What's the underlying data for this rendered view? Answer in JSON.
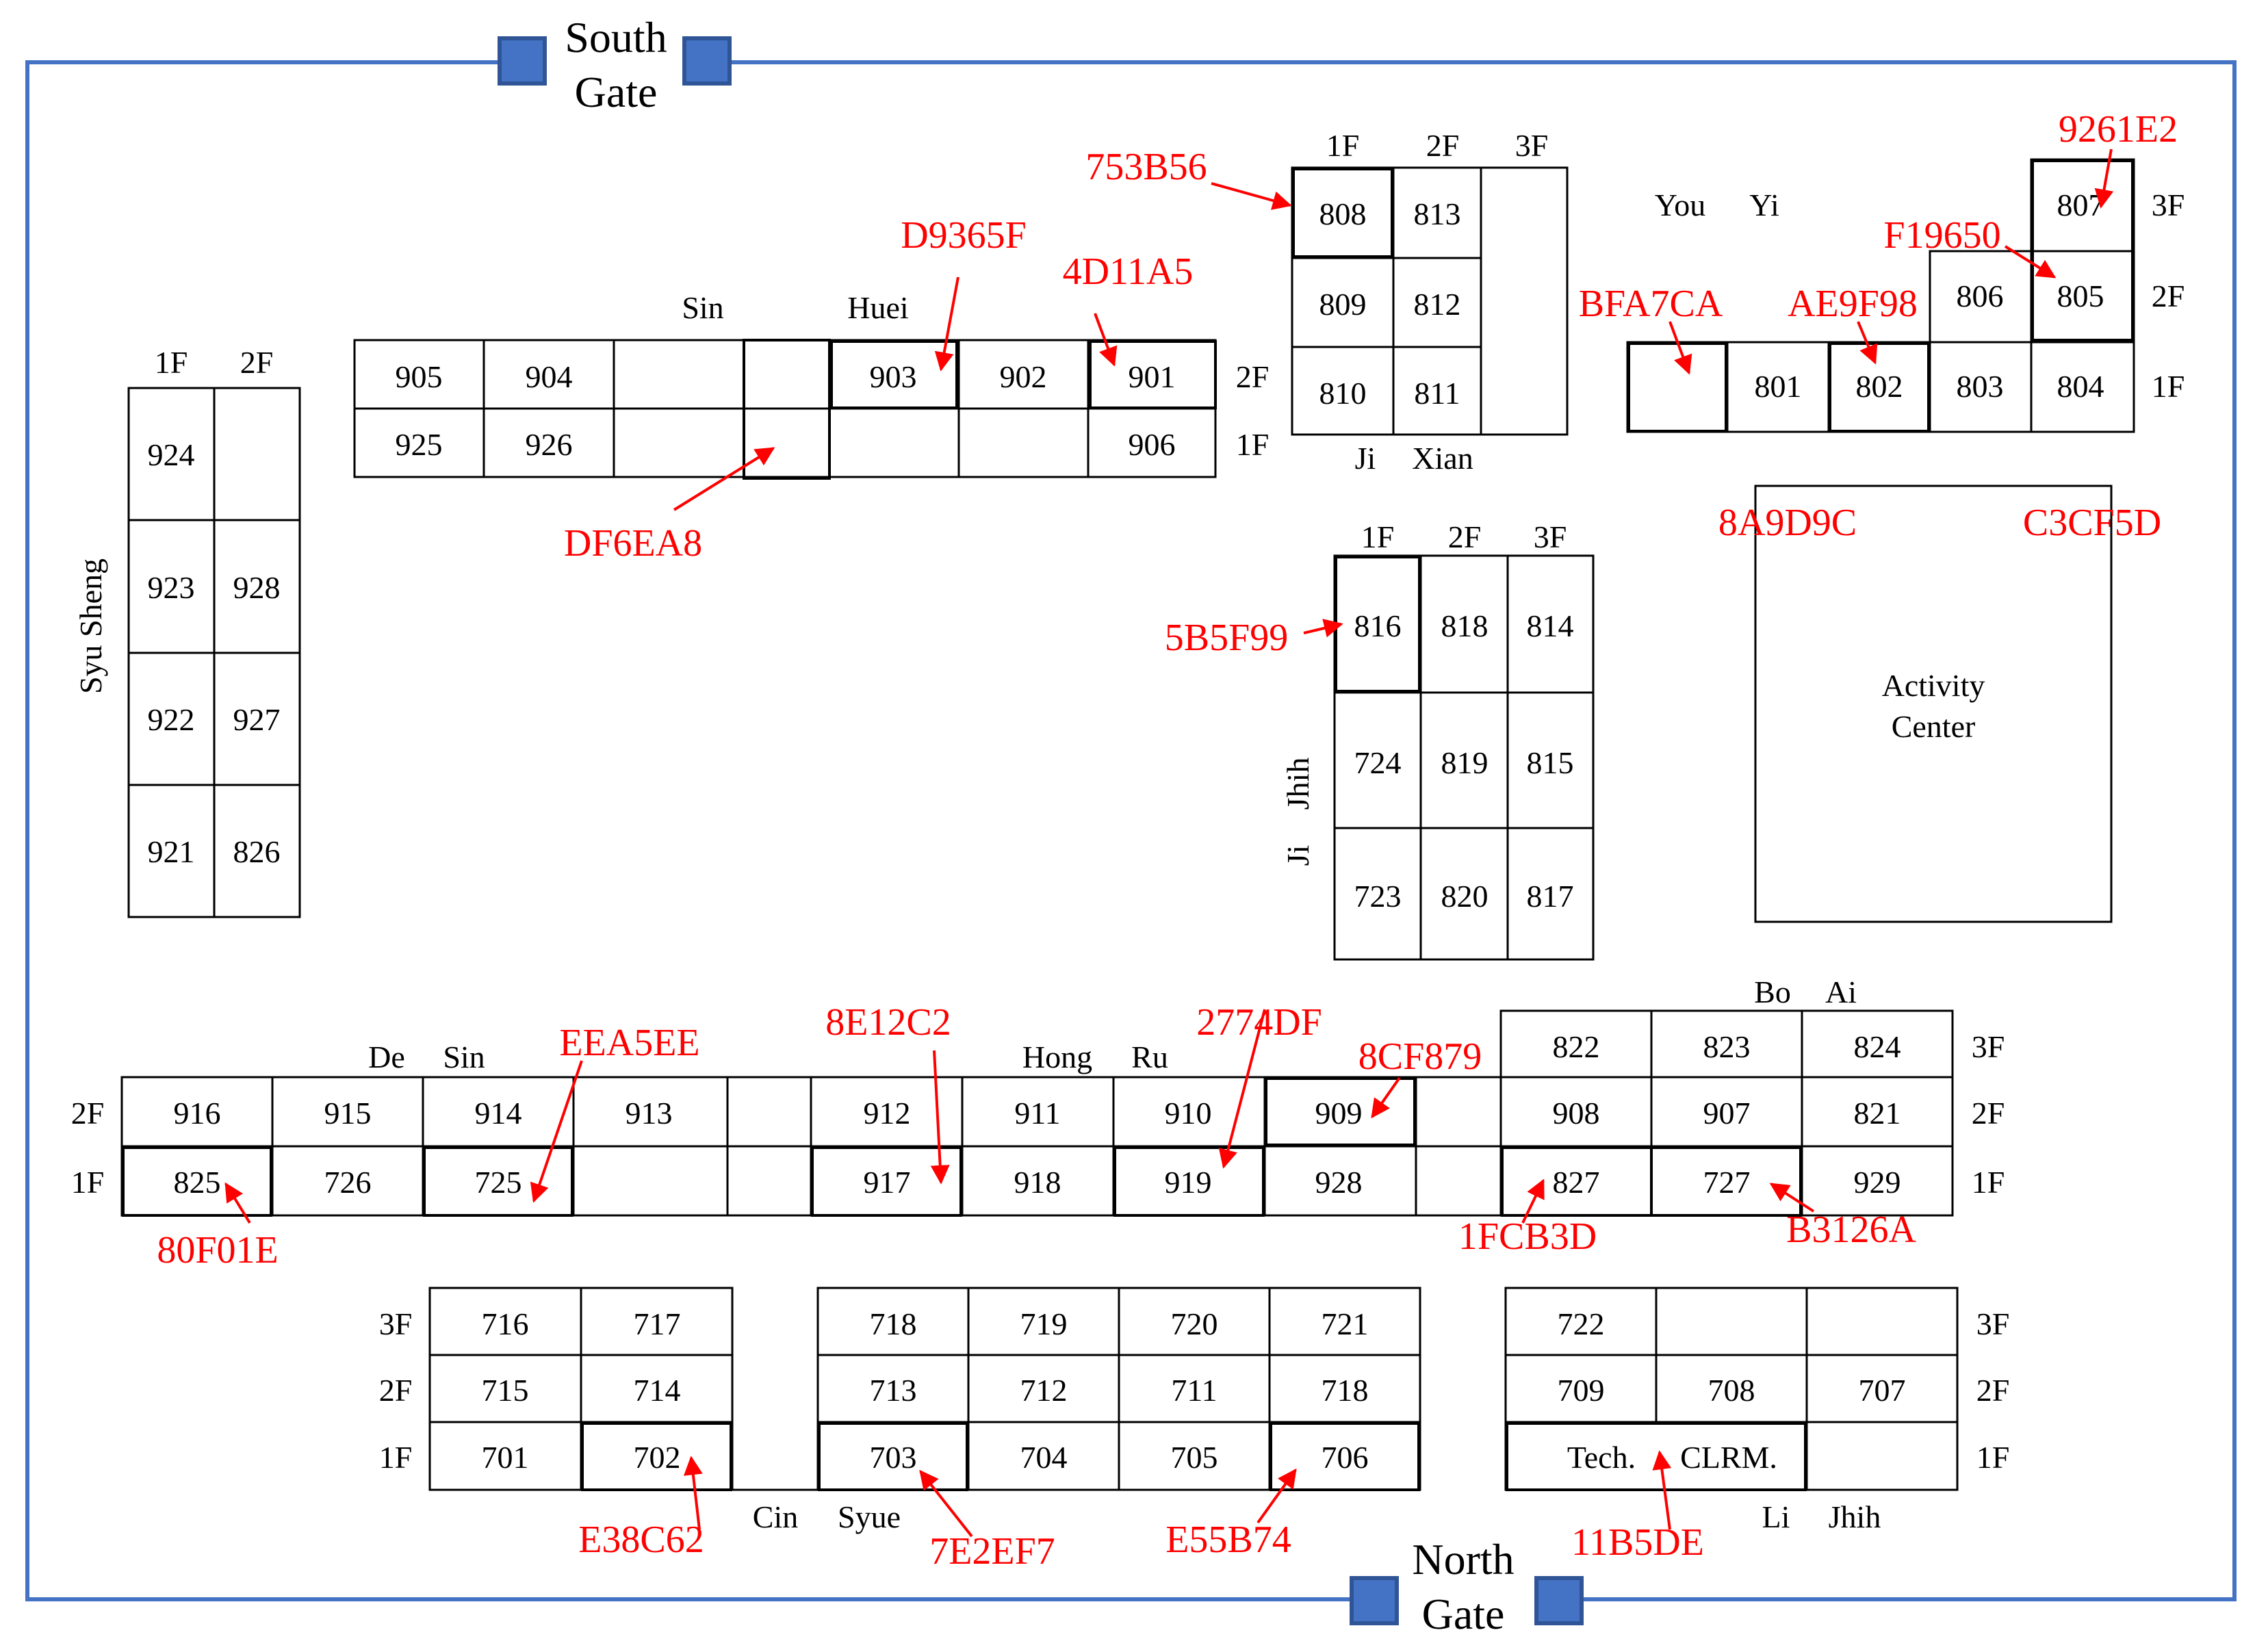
{
  "gates": {
    "south": [
      "South",
      "Gate"
    ],
    "north": [
      "North",
      "Gate"
    ]
  },
  "colors": {
    "wall": "#4472c4",
    "gate_fill": "#4472c4",
    "gate_inner": "#2f5597",
    "line": "#000000",
    "tag": "#ff0000"
  },
  "icons": {
    "gate": "square-gate-icon",
    "arrow": "red-arrow-icon"
  },
  "buildings": {
    "syu_sheng": {
      "name": "Syu Sheng",
      "floors": [
        "1F",
        "2F"
      ],
      "rooms": [
        [
          "924",
          ""
        ],
        [
          "923",
          "928"
        ],
        [
          "922",
          "927"
        ],
        [
          "921",
          "826"
        ]
      ]
    },
    "sin_huei": {
      "name": [
        "Sin",
        "Huei"
      ],
      "floors": [
        "2F",
        "1F"
      ],
      "row_2f": [
        "905",
        "904",
        "",
        "",
        "903",
        "902",
        "901"
      ],
      "row_1f": [
        "925",
        "926",
        "",
        "",
        "",
        "",
        "906"
      ]
    },
    "ji_xian": {
      "name": [
        "Ji",
        "Xian"
      ],
      "floors": [
        "1F",
        "2F",
        "3F"
      ],
      "rooms": [
        [
          "808",
          "813",
          ""
        ],
        [
          "809",
          "812",
          ""
        ],
        [
          "810",
          "811",
          ""
        ]
      ]
    },
    "you_yi": {
      "name": [
        "You",
        "Yi"
      ],
      "floors": [
        "3F",
        "2F",
        "1F"
      ],
      "row_3f": [
        "807"
      ],
      "row_2f": [
        "806",
        "805"
      ],
      "row_1f": [
        "",
        "801",
        "802",
        "803",
        "804"
      ]
    },
    "ji_jhih": {
      "name": [
        "Ji",
        "Jhih"
      ],
      "floors": [
        "1F",
        "2F",
        "3F"
      ],
      "rooms": [
        [
          "816",
          "818",
          "814"
        ],
        [
          "724",
          "819",
          "815"
        ],
        [
          "723",
          "820",
          "817"
        ]
      ]
    },
    "activity_center": {
      "name": [
        "Activity",
        "Center"
      ]
    },
    "de_sin": {
      "name": [
        "De",
        "Sin"
      ],
      "floors": [
        "2F",
        "1F"
      ],
      "row_2f": [
        "916",
        "915",
        "914",
        "913",
        ""
      ],
      "row_1f": [
        "825",
        "726",
        "725",
        "",
        ""
      ]
    },
    "hong_ru": {
      "name": [
        "Hong",
        "Ru"
      ],
      "row_2f": [
        "912",
        "911",
        "910",
        "909"
      ],
      "row_1f": [
        "917",
        "918",
        "919",
        "928"
      ]
    },
    "bo_ai": {
      "name": [
        "Bo",
        "Ai"
      ],
      "floors": [
        "3F",
        "2F",
        "1F"
      ],
      "row_3f": [
        "822",
        "823",
        "824"
      ],
      "row_2f": [
        "908",
        "907",
        "821"
      ],
      "row_1f": [
        "827",
        "727",
        "929"
      ]
    },
    "cin_syue": {
      "name": [
        "Cin",
        "Syue"
      ],
      "floors": [
        "3F",
        "2F",
        "1F"
      ],
      "left": {
        "row_3f": [
          "716",
          "717"
        ],
        "row_2f": [
          "715",
          "714"
        ],
        "row_1f": [
          "701",
          "702"
        ]
      },
      "right": {
        "row_3f": [
          "718",
          "719",
          "720",
          "721"
        ],
        "row_2f": [
          "713",
          "712",
          "711",
          "718"
        ],
        "row_1f": [
          "703",
          "704",
          "705",
          "706"
        ]
      }
    },
    "li_jhih": {
      "name": [
        "Li",
        "Jhih"
      ],
      "floors": [
        "3F",
        "2F",
        "1F"
      ],
      "row_3f": [
        "722",
        "",
        ""
      ],
      "row_2f": [
        "709",
        "708",
        "707"
      ],
      "row_1f_a": "Tech.",
      "row_1f_b": "CLRM."
    }
  },
  "tags": [
    "753B56",
    "9261E2",
    "D9365F",
    "4D11A5",
    "F19650",
    "BFA7CA",
    "AE9F98",
    "DF6EA8",
    "8A9D9C",
    "C3CF5D",
    "5B5F99",
    "EEA5EE",
    "8E12C2",
    "2774DF",
    "8CF879",
    "80F01E",
    "1FCB3D",
    "B3126A",
    "E38C62",
    "7E2EF7",
    "E55B74",
    "11B5DE"
  ]
}
